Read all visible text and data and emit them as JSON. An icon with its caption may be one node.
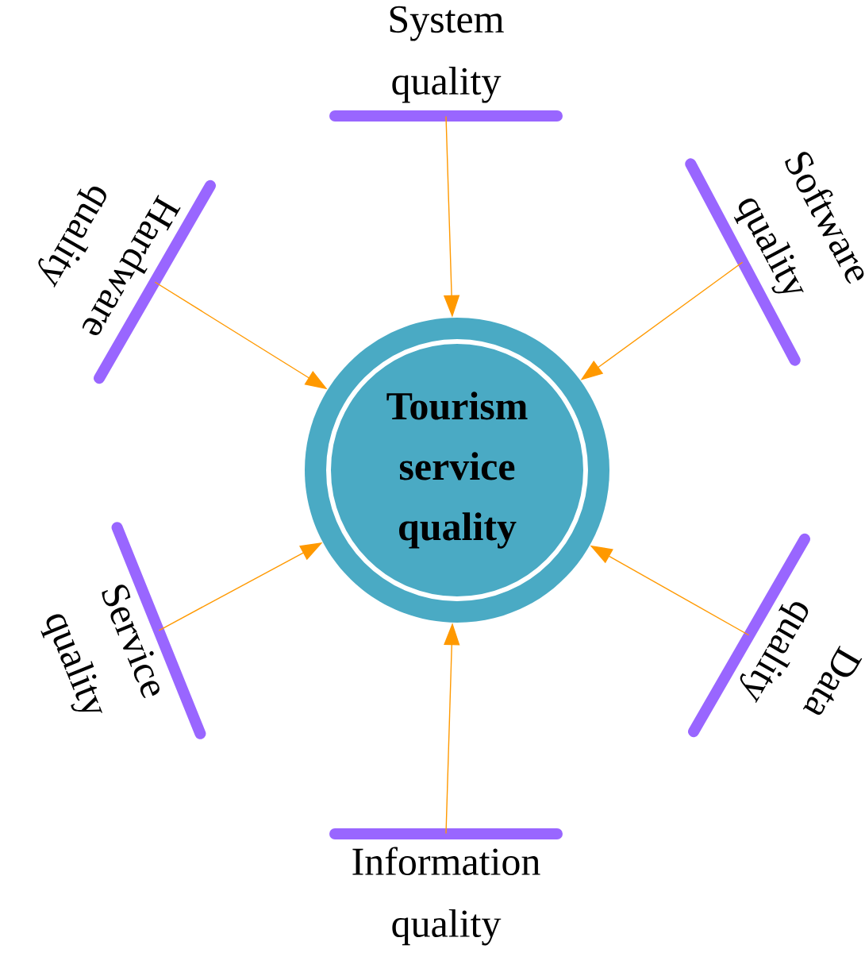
{
  "diagram": {
    "nodes": [
      {
        "text": [
          "System quality"
        ]
      },
      {
        "text": [
          "Hardware quality"
        ]
      },
      {
        "text": [
          "Software quality"
        ]
      },
      {
        "text": [
          "Tourism service quality"
        ]
      },
      {
        "text": [
          "Service quality"
        ]
      },
      {
        "text": [
          "Data quality"
        ]
      },
      {
        "text": [
          "Information quality"
        ]
      }
    ],
    "edges": [
      {
        "from": 0,
        "to": 3,
        "arrow": "to"
      },
      {
        "from": 1,
        "to": 3,
        "arrow": "to"
      },
      {
        "from": 2,
        "to": 3,
        "arrow": "to"
      },
      {
        "from": 4,
        "to": 3,
        "arrow": "to"
      },
      {
        "from": 5,
        "to": 3,
        "arrow": "to"
      },
      {
        "from": 6,
        "to": 3,
        "arrow": "to"
      }
    ]
  }
}
